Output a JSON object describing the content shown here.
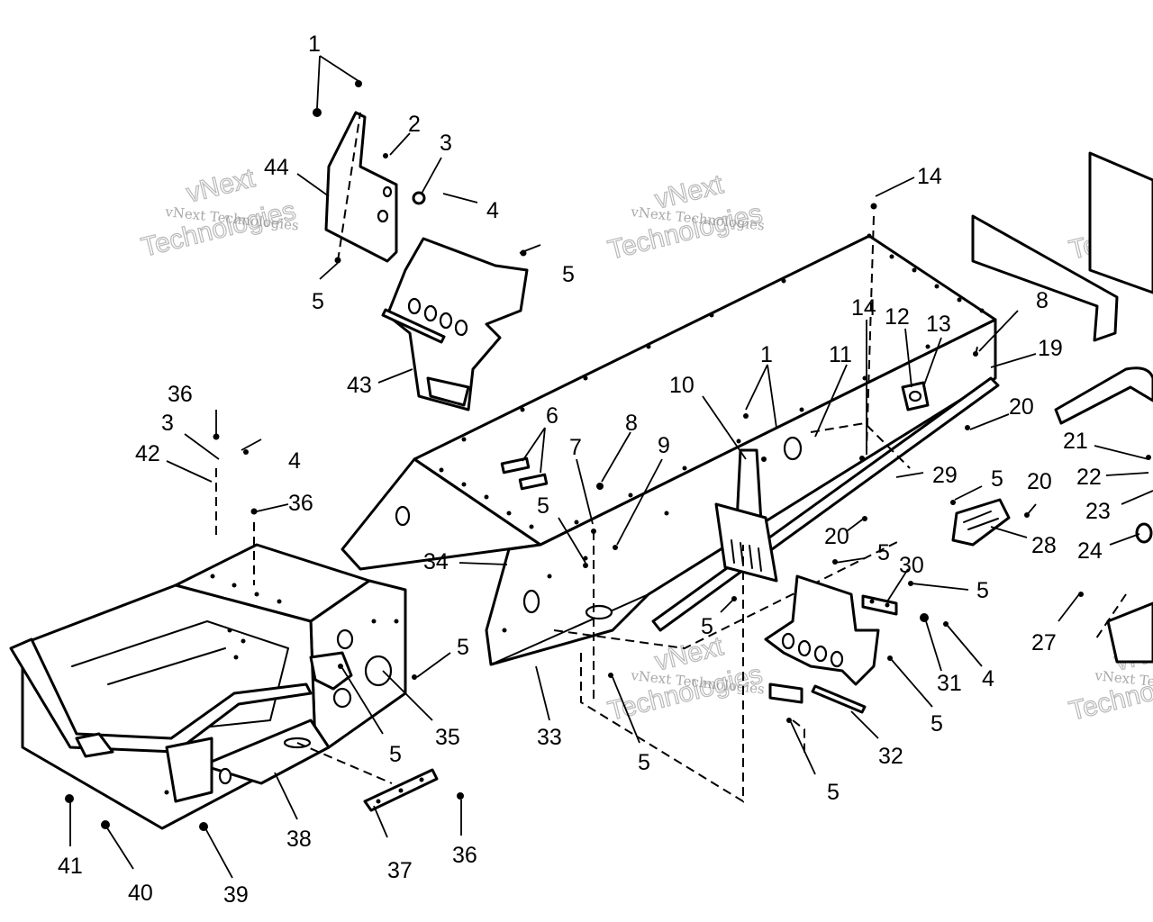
{
  "watermark": {
    "small": "vNext Technologies",
    "big_top": "vNext",
    "big_bottom": "Technologies"
  },
  "callouts": [
    {
      "id": "c1",
      "text": "1"
    },
    {
      "id": "c2",
      "text": "2"
    },
    {
      "id": "c3",
      "text": "3"
    },
    {
      "id": "c4",
      "text": "4"
    },
    {
      "id": "c5",
      "text": "5"
    },
    {
      "id": "c6",
      "text": "5"
    },
    {
      "id": "c7",
      "text": "44"
    },
    {
      "id": "c8",
      "text": "43"
    },
    {
      "id": "c9",
      "text": "36"
    },
    {
      "id": "c10",
      "text": "3"
    },
    {
      "id": "c11",
      "text": "42"
    },
    {
      "id": "c12",
      "text": "4"
    },
    {
      "id": "c13",
      "text": "36"
    },
    {
      "id": "c14",
      "text": "14"
    },
    {
      "id": "c15",
      "text": "14"
    },
    {
      "id": "c16",
      "text": "12"
    },
    {
      "id": "c17",
      "text": "13"
    },
    {
      "id": "c18",
      "text": "8"
    },
    {
      "id": "c19",
      "text": "19"
    },
    {
      "id": "c20",
      "text": "11"
    },
    {
      "id": "c21",
      "text": "1"
    },
    {
      "id": "c22",
      "text": "10"
    },
    {
      "id": "c23",
      "text": "20"
    },
    {
      "id": "c24",
      "text": "6"
    },
    {
      "id": "c25",
      "text": "8"
    },
    {
      "id": "c26",
      "text": "7"
    },
    {
      "id": "c27",
      "text": "9"
    },
    {
      "id": "c28",
      "text": "5"
    },
    {
      "id": "c29",
      "text": "34"
    },
    {
      "id": "c30",
      "text": "29"
    },
    {
      "id": "c31",
      "text": "5"
    },
    {
      "id": "c32",
      "text": "20"
    },
    {
      "id": "c33",
      "text": "21"
    },
    {
      "id": "c34",
      "text": "22"
    },
    {
      "id": "c35",
      "text": "23"
    },
    {
      "id": "c36",
      "text": "24"
    },
    {
      "id": "c37",
      "text": "28"
    },
    {
      "id": "c38",
      "text": "20"
    },
    {
      "id": "c39",
      "text": "5"
    },
    {
      "id": "c40",
      "text": "30"
    },
    {
      "id": "c41",
      "text": "5"
    },
    {
      "id": "c42",
      "text": "5"
    },
    {
      "id": "c43",
      "text": "27"
    },
    {
      "id": "c44",
      "text": "31"
    },
    {
      "id": "c45",
      "text": "4"
    },
    {
      "id": "c46",
      "text": "5"
    },
    {
      "id": "c47",
      "text": "32"
    },
    {
      "id": "c48",
      "text": "5"
    },
    {
      "id": "c49",
      "text": "33"
    },
    {
      "id": "c50",
      "text": "5"
    },
    {
      "id": "c51",
      "text": "5"
    },
    {
      "id": "c52",
      "text": "35"
    },
    {
      "id": "c53",
      "text": "5"
    },
    {
      "id": "c54",
      "text": "38"
    },
    {
      "id": "c55",
      "text": "37"
    },
    {
      "id": "c56",
      "text": "36"
    },
    {
      "id": "c57",
      "text": "41"
    },
    {
      "id": "c58",
      "text": "40"
    },
    {
      "id": "c59",
      "text": "39"
    }
  ]
}
